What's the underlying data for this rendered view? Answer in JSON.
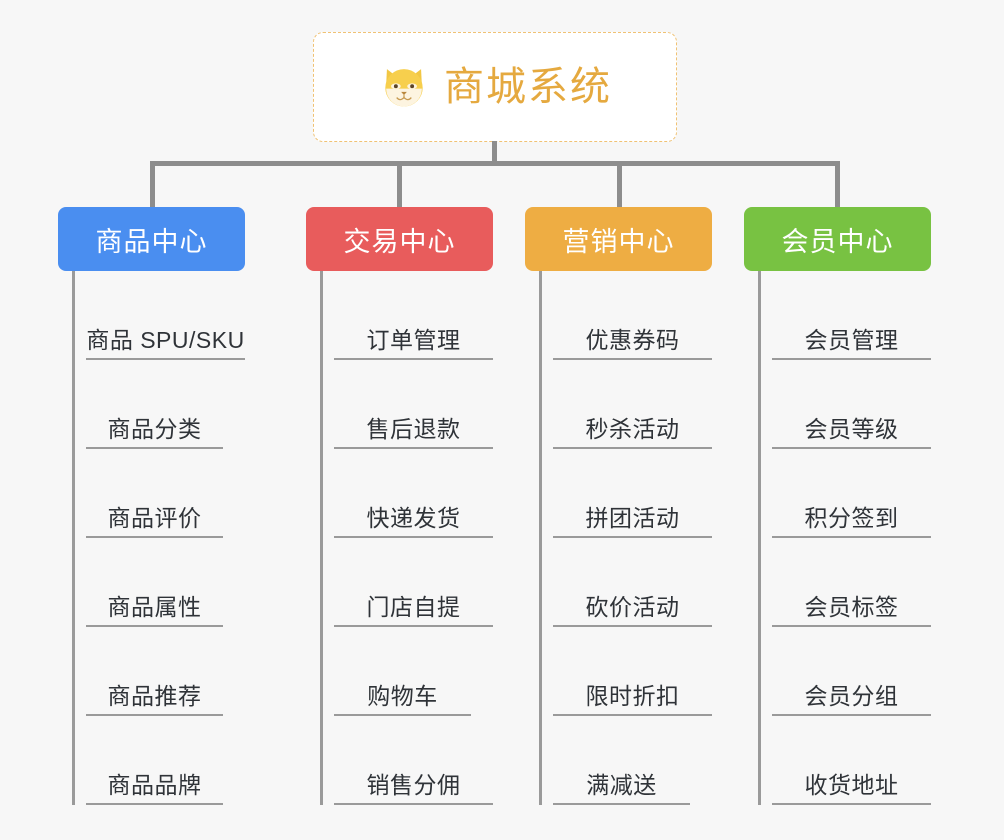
{
  "diagram": {
    "type": "org-tree",
    "orientation": "top-down",
    "background_color": "#f7f7f7",
    "line_color": "#8d8d8d",
    "root": {
      "title": "商城系统",
      "icon": "dog-face-emoji",
      "text_color": "#e5a93f",
      "border_color": "#f0c274",
      "background_color": "#ffffff"
    },
    "branches": [
      {
        "label": "商品中心",
        "color": "#4a8ef0",
        "items": [
          "商品 SPU/SKU",
          "商品分类",
          "商品评价",
          "商品属性",
          "商品推荐",
          "商品品牌"
        ]
      },
      {
        "label": "交易中心",
        "color": "#e85c5c",
        "items": [
          "订单管理",
          "售后退款",
          "快递发货",
          "门店自提",
          "购物车",
          "销售分佣"
        ]
      },
      {
        "label": "营销中心",
        "color": "#eead43",
        "items": [
          "优惠券码",
          "秒杀活动",
          "拼团活动",
          "砍价活动",
          "限时折扣",
          "满减送"
        ]
      },
      {
        "label": "会员中心",
        "color": "#78c242",
        "items": [
          "会员管理",
          "会员等级",
          "积分签到",
          "会员标签",
          "会员分组",
          "收货地址"
        ]
      }
    ]
  }
}
